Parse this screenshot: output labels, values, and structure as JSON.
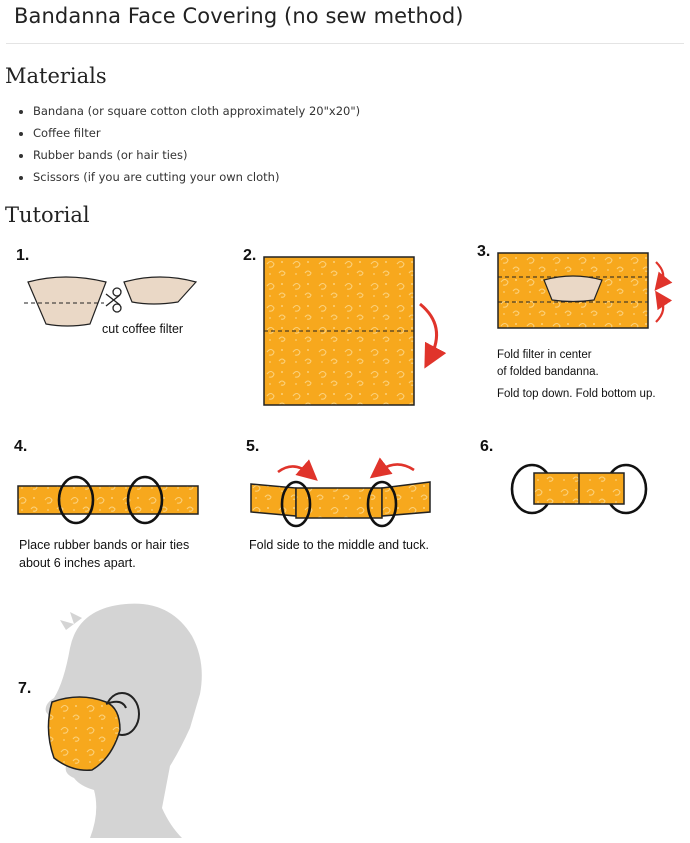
{
  "page": {
    "title": "Bandanna Face Covering (no sew method)"
  },
  "materials": {
    "heading": "Materials",
    "items": [
      "Bandana (or square cotton cloth approximately 20\"x20\")",
      "Coffee filter",
      "Rubber bands (or hair ties)",
      "Scissors (if you are cutting your own cloth)"
    ]
  },
  "tutorial": {
    "heading": "Tutorial",
    "steps": [
      {
        "number": "1.",
        "caption": "cut coffee filter"
      },
      {
        "number": "2.",
        "caption": ""
      },
      {
        "number": "3.",
        "caption_line1": "Fold filter in center",
        "caption_line2": "of folded bandanna.",
        "caption_line3": "Fold top down. Fold bottom up."
      },
      {
        "number": "4.",
        "caption_line1": "Place rubber bands or hair ties",
        "caption_line2": "about 6 inches apart."
      },
      {
        "number": "5.",
        "caption": "Fold side to the middle and tuck."
      },
      {
        "number": "6.",
        "caption": ""
      },
      {
        "number": "7.",
        "caption": ""
      }
    ]
  },
  "colors": {
    "fabric": "#f7a81d",
    "fabric_pattern": "#fbd07a",
    "filter": "#ead8c6",
    "arrow": "#e0342b",
    "silhouette": "#d4d4d4"
  }
}
